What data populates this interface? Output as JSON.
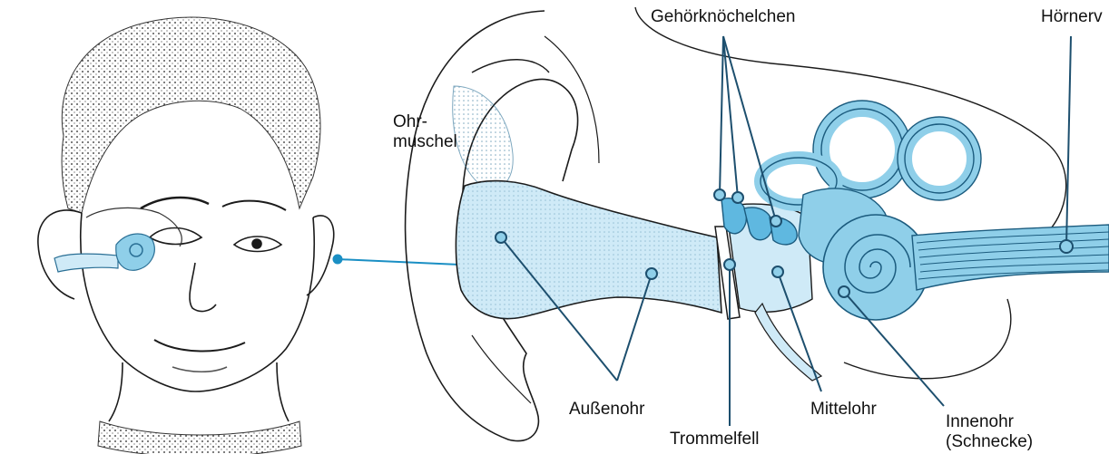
{
  "labels": {
    "gehoerknoechelchen": "Gehörknöchelchen",
    "hoernerv": "Hörnerv",
    "ohrmuschel_line1": "Ohr-",
    "ohrmuschel_line2": "muschel",
    "aussenohr": "Außenohr",
    "trommelfell": "Trommelfell",
    "mittelohr": "Mittelohr",
    "innenohr_line1": "Innenohr",
    "innenohr_line2": "(Schnecke)"
  },
  "colors": {
    "accent": "#1a8fc4",
    "ear_fill": "#cfeaf7",
    "inner_fill": "#8fcfe9",
    "leader": "#1d4f6e",
    "outline": "#1b1b1b"
  }
}
